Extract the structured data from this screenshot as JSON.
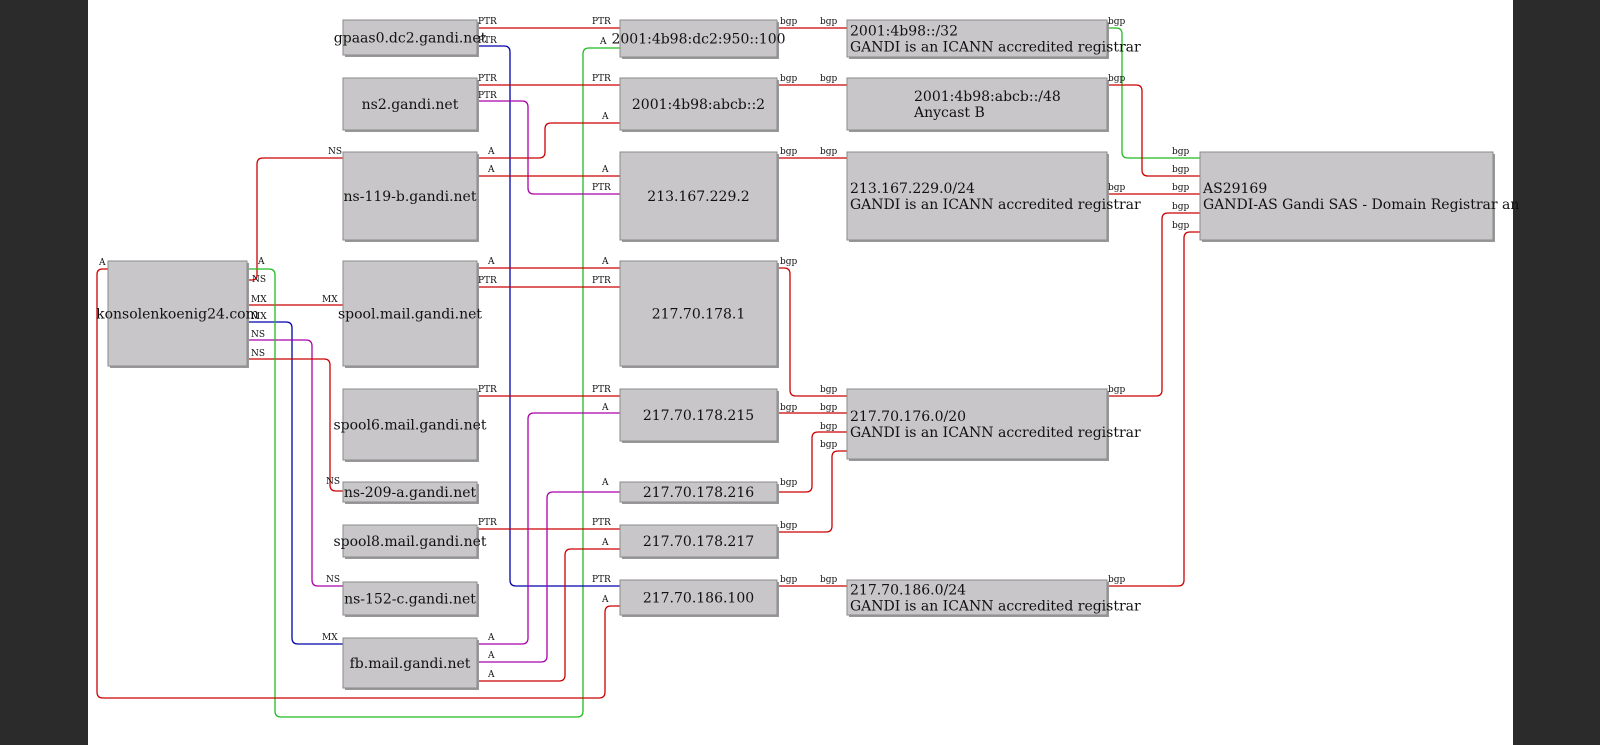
{
  "colors": {
    "background": "#2b2b2b",
    "canvas": "#ffffff",
    "node_fill": "#c8c6c9",
    "node_stroke": "#8a8a8a",
    "node_shadow": "#999999",
    "red": "#cc0000",
    "green": "#22bb22",
    "blue": "#0000aa",
    "magenta": "#aa00aa"
  },
  "nodes": [
    {
      "id": "domain",
      "label": [
        "konsolenkoenig24.com"
      ],
      "align": "center"
    },
    {
      "id": "gpaas",
      "label": [
        "gpaas0.dc2.gandi.net"
      ],
      "align": "center"
    },
    {
      "id": "ns2",
      "label": [
        "ns2.gandi.net"
      ],
      "align": "center"
    },
    {
      "id": "ns119",
      "label": [
        "ns-119-b.gandi.net"
      ],
      "align": "center"
    },
    {
      "id": "spool",
      "label": [
        "spool.mail.gandi.net"
      ],
      "align": "center"
    },
    {
      "id": "spool6",
      "label": [
        "spool6.mail.gandi.net"
      ],
      "align": "center"
    },
    {
      "id": "ns209",
      "label": [
        "ns-209-a.gandi.net"
      ],
      "align": "center"
    },
    {
      "id": "spool8",
      "label": [
        "spool8.mail.gandi.net"
      ],
      "align": "center"
    },
    {
      "id": "ns152",
      "label": [
        "ns-152-c.gandi.net"
      ],
      "align": "center"
    },
    {
      "id": "fb",
      "label": [
        "fb.mail.gandi.net"
      ],
      "align": "center"
    },
    {
      "id": "ip6a",
      "label": [
        "2001:4b98:dc2:950::100"
      ],
      "align": "center"
    },
    {
      "id": "ip6b",
      "label": [
        "2001:4b98:abcb::2"
      ],
      "align": "center"
    },
    {
      "id": "ip213",
      "label": [
        "213.167.229.2"
      ],
      "align": "center"
    },
    {
      "id": "ip1",
      "label": [
        "217.70.178.1"
      ],
      "align": "center"
    },
    {
      "id": "ip215",
      "label": [
        "217.70.178.215"
      ],
      "align": "center"
    },
    {
      "id": "ip216",
      "label": [
        "217.70.178.216"
      ],
      "align": "center"
    },
    {
      "id": "ip217",
      "label": [
        "217.70.178.217"
      ],
      "align": "center"
    },
    {
      "id": "ip186",
      "label": [
        "217.70.186.100"
      ],
      "align": "center"
    },
    {
      "id": "pfx6a",
      "label": [
        "2001:4b98::/32",
        "GANDI is an ICANN accredited registrar"
      ],
      "align": "left"
    },
    {
      "id": "pfx6b",
      "label": [
        "2001:4b98:abcb::/48",
        "Anycast B"
      ],
      "align": "centerblock"
    },
    {
      "id": "pfx213",
      "label": [
        "213.167.229.0/24",
        "GANDI is an ICANN accredited registrar"
      ],
      "align": "left"
    },
    {
      "id": "pfx176",
      "label": [
        "217.70.176.0/20",
        "GANDI is an ICANN accredited registrar"
      ],
      "align": "left"
    },
    {
      "id": "pfx186",
      "label": [
        "217.70.186.0/24",
        "GANDI is an ICANN accredited registrar"
      ],
      "align": "left"
    },
    {
      "id": "as",
      "label": [
        "AS29169",
        "GANDI-AS Gandi SAS - Domain Registrar an"
      ],
      "align": "left"
    }
  ],
  "edges": [
    {
      "from": "domain",
      "to": "ns119",
      "color": "red",
      "src_label": "NS",
      "dst_label": "NS"
    },
    {
      "from": "domain",
      "to": "spool",
      "color": "red",
      "src_label": "MX",
      "dst_label": "MX"
    },
    {
      "from": "domain",
      "to": "fb",
      "color": "blue",
      "src_label": "MX",
      "dst_label": "MX"
    },
    {
      "from": "domain",
      "to": "ns152",
      "color": "magenta",
      "src_label": "NS",
      "dst_label": "NS"
    },
    {
      "from": "domain",
      "to": "ns209",
      "color": "red",
      "src_label": "NS",
      "dst_label": "NS"
    },
    {
      "from": "domain",
      "to": "ip6a",
      "color": "green",
      "src_label": "A",
      "dst_label": "A"
    },
    {
      "from": "domain",
      "to": "ip186",
      "color": "red",
      "src_label": "A",
      "dst_label": "A"
    },
    {
      "from": "gpaas",
      "to": "ip6a",
      "color": "red",
      "src_label": "PTR",
      "dst_label": "PTR"
    },
    {
      "from": "gpaas",
      "to": "ip186",
      "color": "blue",
      "src_label": "PTR",
      "dst_label": "PTR"
    },
    {
      "from": "ns2",
      "to": "ip6b",
      "color": "red",
      "src_label": "PTR",
      "dst_label": "PTR"
    },
    {
      "from": "ns2",
      "to": "ip213",
      "color": "magenta",
      "src_label": "PTR",
      "dst_label": "PTR"
    },
    {
      "from": "ns119",
      "to": "ip6b",
      "color": "red",
      "src_label": "A",
      "dst_label": "A"
    },
    {
      "from": "ns119",
      "to": "ip213",
      "color": "red",
      "src_label": "A",
      "dst_label": "A"
    },
    {
      "from": "spool",
      "to": "ip1",
      "color": "red",
      "src_label": "A",
      "dst_label": "A"
    },
    {
      "from": "spool",
      "to": "ip1",
      "color": "red",
      "src_label": "PTR",
      "dst_label": "PTR"
    },
    {
      "from": "spool6",
      "to": "ip215",
      "color": "red",
      "src_label": "PTR",
      "dst_label": "PTR"
    },
    {
      "from": "spool8",
      "to": "ip217",
      "color": "red",
      "src_label": "PTR",
      "dst_label": "PTR"
    },
    {
      "from": "fb",
      "to": "ip215",
      "color": "magenta",
      "src_label": "A",
      "dst_label": "A"
    },
    {
      "from": "fb",
      "to": "ip216",
      "color": "magenta",
      "src_label": "A",
      "dst_label": "A"
    },
    {
      "from": "fb",
      "to": "ip217",
      "color": "red",
      "src_label": "A",
      "dst_label": "A"
    },
    {
      "from": "ip6a",
      "to": "pfx6a",
      "color": "red",
      "src_label": "bgp",
      "dst_label": "bgp"
    },
    {
      "from": "ip6b",
      "to": "pfx6b",
      "color": "red",
      "src_label": "bgp",
      "dst_label": "bgp"
    },
    {
      "from": "ip213",
      "to": "pfx213",
      "color": "red",
      "src_label": "bgp",
      "dst_label": "bgp"
    },
    {
      "from": "ip1",
      "to": "pfx176",
      "color": "red",
      "src_label": "bgp",
      "dst_label": "bgp"
    },
    {
      "from": "ip215",
      "to": "pfx176",
      "color": "red",
      "src_label": "bgp",
      "dst_label": "bgp"
    },
    {
      "from": "ip216",
      "to": "pfx176",
      "color": "red",
      "src_label": "bgp",
      "dst_label": "bgp"
    },
    {
      "from": "ip217",
      "to": "pfx176",
      "color": "red",
      "src_label": "bgp",
      "dst_label": "bgp"
    },
    {
      "from": "ip186",
      "to": "pfx186",
      "color": "red",
      "src_label": "bgp",
      "dst_label": "bgp"
    },
    {
      "from": "pfx6a",
      "to": "as",
      "color": "green",
      "src_label": "bgp",
      "dst_label": "bgp"
    },
    {
      "from": "pfx6b",
      "to": "as",
      "color": "red",
      "src_label": "bgp",
      "dst_label": "bgp"
    },
    {
      "from": "pfx213",
      "to": "as",
      "color": "red",
      "src_label": "bgp",
      "dst_label": "bgp"
    },
    {
      "from": "pfx176",
      "to": "as",
      "color": "red",
      "src_label": "bgp",
      "dst_label": "bgp"
    },
    {
      "from": "pfx186",
      "to": "as",
      "color": "red",
      "src_label": "bgp",
      "dst_label": "bgp"
    }
  ]
}
